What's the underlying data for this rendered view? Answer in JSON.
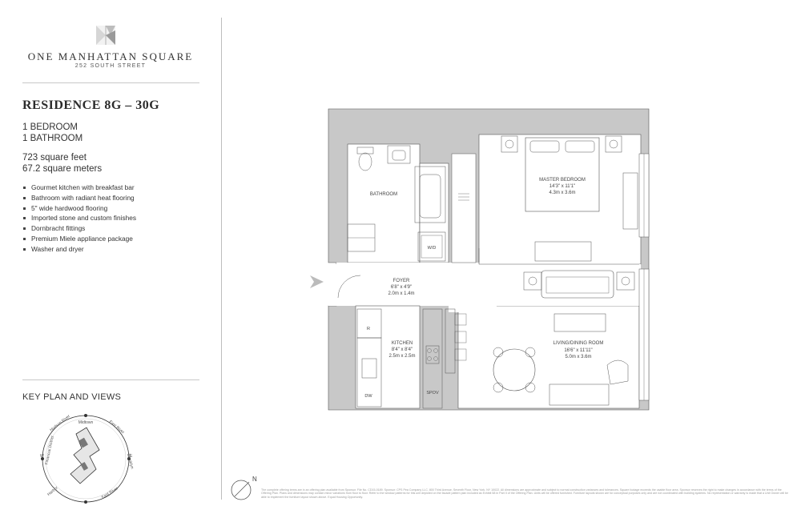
{
  "brand": {
    "name": "ONE MANHATTAN SQUARE",
    "address": "252 SOUTH STREET"
  },
  "residence": {
    "title": "RESIDENCE 8G – 30G",
    "bedrooms": "1 BEDROOM",
    "bathrooms": "1 BATHROOM",
    "sqft": "723 square feet",
    "sqm": "67.2 square meters"
  },
  "features": [
    "Gourmet kitchen with breakfast bar",
    "Bathroom with radiant heat flooring",
    "5\" wide hardwood flooring",
    "Imported stone and custom finishes",
    "Dornbracht fittings",
    "Premium Miele appliance package",
    "Washer and dryer"
  ],
  "key_plan": {
    "heading": "KEY PLAN AND VIEWS",
    "labels": {
      "hudson": "Hudson River",
      "midtown": "Midtown",
      "east_river_top": "East River",
      "brooklyn": "Brooklyn",
      "harbor": "Harbor",
      "financial": "Financial District",
      "east_river_bottom": "East River",
      "w": "W",
      "e": "E"
    }
  },
  "floor_plan": {
    "bathroom": "BATHROOM",
    "wd": "W/D",
    "master_name": "MASTER BEDROOM",
    "master_ft": "14'3\" x 11'1\"",
    "master_m": "4.3m x 3.6m",
    "foyer_name": "FOYER",
    "foyer_ft": "6'8\" x 4'9\"",
    "foyer_m": "2.0m x 1.4m",
    "kitchen_name": "KITCHEN",
    "kitchen_ft": "8'4\" x 8'4\"",
    "kitchen_m": "2.5m x 2.5m",
    "living_name": "LIVING/DINING ROOM",
    "living_ft": "16'6\" x 11'11\"",
    "living_m": "5.0m x 3.6m",
    "r": "R",
    "dw": "DW",
    "spov": "SPOV"
  },
  "north_label": "N",
  "disclaimer": "The complete offering terms are in an offering plan available from Sponsor. File No. CD15-0189. Sponsor: CPS Pea Company LLC, 800 Third Avenue, Seventh Floor, New York, NY 10022. All dimensions are approximate and subject to normal construction variances and tolerances. Square footage exceeds the usable floor area. Sponsor reserves the right to make changes in accordance with the terms of the Offering Plan. Plans and dimensions may contain minor variations from floor to floor. Refer to the window patterns for this unit depicted on the facade pattern plan included as Exhibit 58 in Part II of the Offering Plan. Units will be offered furnished. Furniture layouts shown are for conceptual purposes only and are not coordinated with building systems. No representation or warranty is made that a Unit Owner will be able to implement the furniture layout shown above. Equal Housing Opportunity."
}
